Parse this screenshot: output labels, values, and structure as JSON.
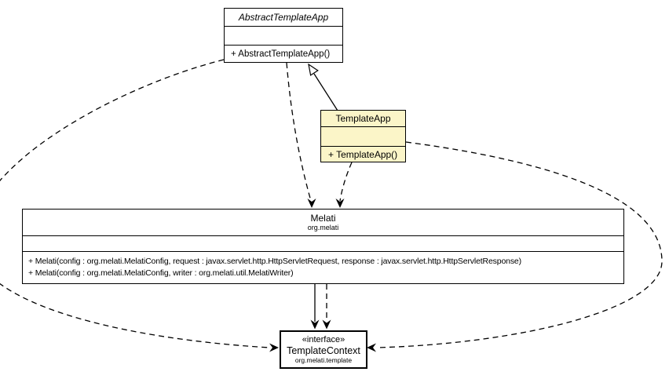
{
  "diagram": {
    "title": "UML class diagram",
    "colors": {
      "background": "#FFFFFF",
      "class_fill": "#FFFFFF",
      "highlight_fill": "#FBF5C8",
      "line": "#000000"
    },
    "classes": {
      "abstract_template_app": {
        "name": "AbstractTemplateApp",
        "abstract": true,
        "methods": [
          "+ AbstractTemplateApp()"
        ]
      },
      "template_app": {
        "name": "TemplateApp",
        "methods": [
          "+ TemplateApp()"
        ]
      },
      "melati": {
        "name": "Melati",
        "package": "org.melati",
        "methods": [
          "+ Melati(config : org.melati.MelatiConfig, request : javax.servlet.http.HttpServletRequest, response : javax.servlet.http.HttpServletResponse)",
          "+ Melati(config : org.melati.MelatiConfig, writer : org.melati.util.MelatiWriter)"
        ]
      },
      "template_context": {
        "stereotype": "«interface»",
        "name": "TemplateContext",
        "package": "org.melati.template"
      }
    },
    "edges": [
      {
        "type": "generalization",
        "from": "TemplateApp",
        "to": "AbstractTemplateApp",
        "style": "solid",
        "arrow": "hollow-triangle"
      },
      {
        "type": "dependency",
        "from": "AbstractTemplateApp",
        "to": "Melati",
        "style": "dashed",
        "arrow": "open"
      },
      {
        "type": "dependency",
        "from": "TemplateApp",
        "to": "Melati",
        "style": "dashed",
        "arrow": "open"
      },
      {
        "type": "dependency",
        "from": "AbstractTemplateApp",
        "to": "TemplateContext",
        "style": "dashed",
        "arrow": "open"
      },
      {
        "type": "dependency",
        "from": "TemplateApp",
        "to": "TemplateContext",
        "style": "dashed",
        "arrow": "open"
      },
      {
        "type": "association",
        "from": "Melati",
        "to": "TemplateContext",
        "style": "solid",
        "arrow": "open"
      },
      {
        "type": "dependency",
        "from": "Melati",
        "to": "TemplateContext",
        "style": "dashed",
        "arrow": "open"
      }
    ]
  }
}
